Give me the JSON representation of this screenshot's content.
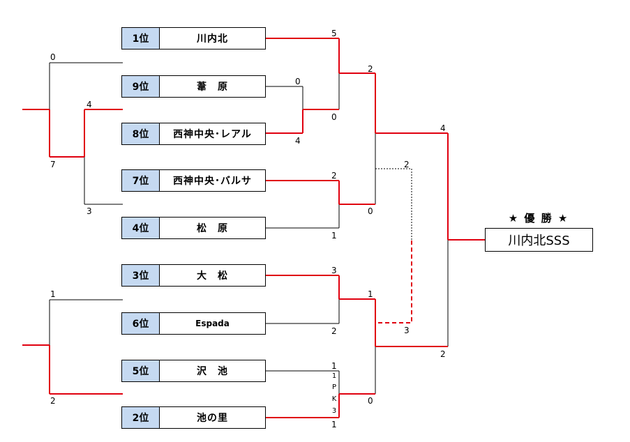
{
  "teams": [
    {
      "rank": "1位",
      "name": "川内北"
    },
    {
      "rank": "9位",
      "name": "葦　原"
    },
    {
      "rank": "8位",
      "name": "西神中央･レアル"
    },
    {
      "rank": "7位",
      "name": "西神中央･バルサ"
    },
    {
      "rank": "4位",
      "name": "松　原"
    },
    {
      "rank": "3位",
      "name": "大　松"
    },
    {
      "rank": "6位",
      "name": "Espada"
    },
    {
      "rank": "5位",
      "name": "沢　池"
    },
    {
      "rank": "2位",
      "name": "池の里"
    }
  ],
  "champion": {
    "title": "★ 優 勝 ★",
    "name": "川内北SSS"
  },
  "scores": {
    "r1_kawauchi": "5",
    "r1_ashihara": "0",
    "r1_real": "4",
    "r1_ashihara_real_winner": "0",
    "r1_barusa": "2",
    "r1_matsubara": "1",
    "r1_daimatsu": "3",
    "r1_espada": "2",
    "r1_sawaike": "1",
    "r1_ikenosato": "1",
    "sf_top": "2",
    "sf_mid": "0",
    "sf_lower": "1",
    "sf_bottom": "0",
    "side_top": "2",
    "side_bottom": "3",
    "final_top": "4",
    "final_bottom": "2",
    "left_a_top": "0",
    "left_a_mid": "4",
    "left_a_left": "7",
    "left_a_bottom": "3",
    "left_b_top": "1",
    "left_b_bottom": "2"
  },
  "pk": [
    "1",
    "P",
    "K",
    "3"
  ],
  "colors": {
    "win": "#e0000f",
    "normal": "#000000",
    "rank_bg": "#c5d9f1"
  }
}
